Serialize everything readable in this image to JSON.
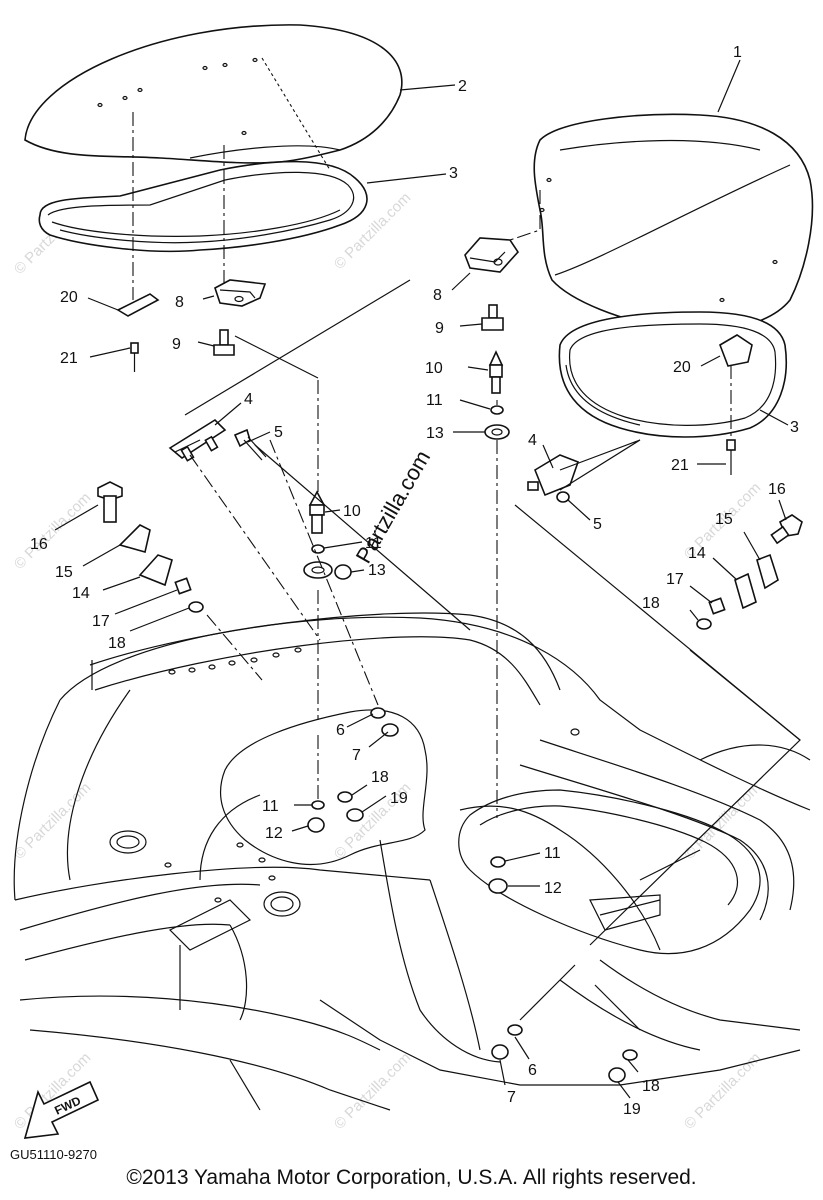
{
  "diagram": {
    "code": "GU51110-9270",
    "fwd_label": "FWD",
    "watermark_main": "Partzilla.com",
    "watermark_small": "© Partzilla.com",
    "copyright": "©2013  Yamaha Motor Corporation, U.S.A. All rights reserved.",
    "callouts": [
      "1",
      "2",
      "3",
      "3",
      "4",
      "4",
      "5",
      "5",
      "6",
      "6",
      "7",
      "7",
      "8",
      "8",
      "9",
      "9",
      "10",
      "10",
      "11",
      "11",
      "11",
      "11",
      "12",
      "12",
      "13",
      "13",
      "14",
      "14",
      "15",
      "15",
      "16",
      "16",
      "17",
      "17",
      "18",
      "18",
      "18",
      "18",
      "19",
      "19",
      "20",
      "20",
      "21",
      "21"
    ]
  }
}
